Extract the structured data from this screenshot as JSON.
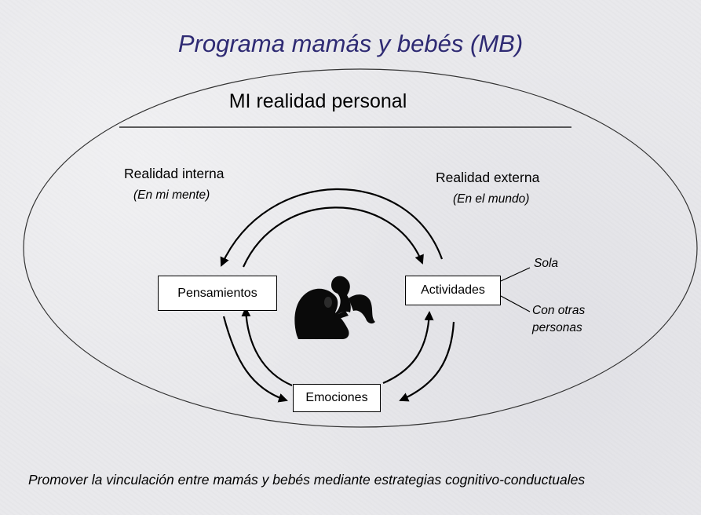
{
  "title": "Programa mamás y bebés (MB)",
  "heading": "MI realidad personal",
  "internal": {
    "label": "Realidad interna",
    "sublabel": "(En mi mente)"
  },
  "external": {
    "label": "Realidad externa",
    "sublabel": "(En el mundo)"
  },
  "nodes": {
    "thoughts": "Pensamientos",
    "activities": "Actividades",
    "emotions": "Emociones"
  },
  "activity_options": {
    "alone": "Sola",
    "with_others_line1": "Con otras",
    "with_others_line2": "personas"
  },
  "footer": "Promover la vinculación entre mamás y bebés mediante estrategias cognitivo-conductuales",
  "colors": {
    "title": "#2e2a73",
    "ink": "#000000",
    "background": "#e9e9ec"
  }
}
